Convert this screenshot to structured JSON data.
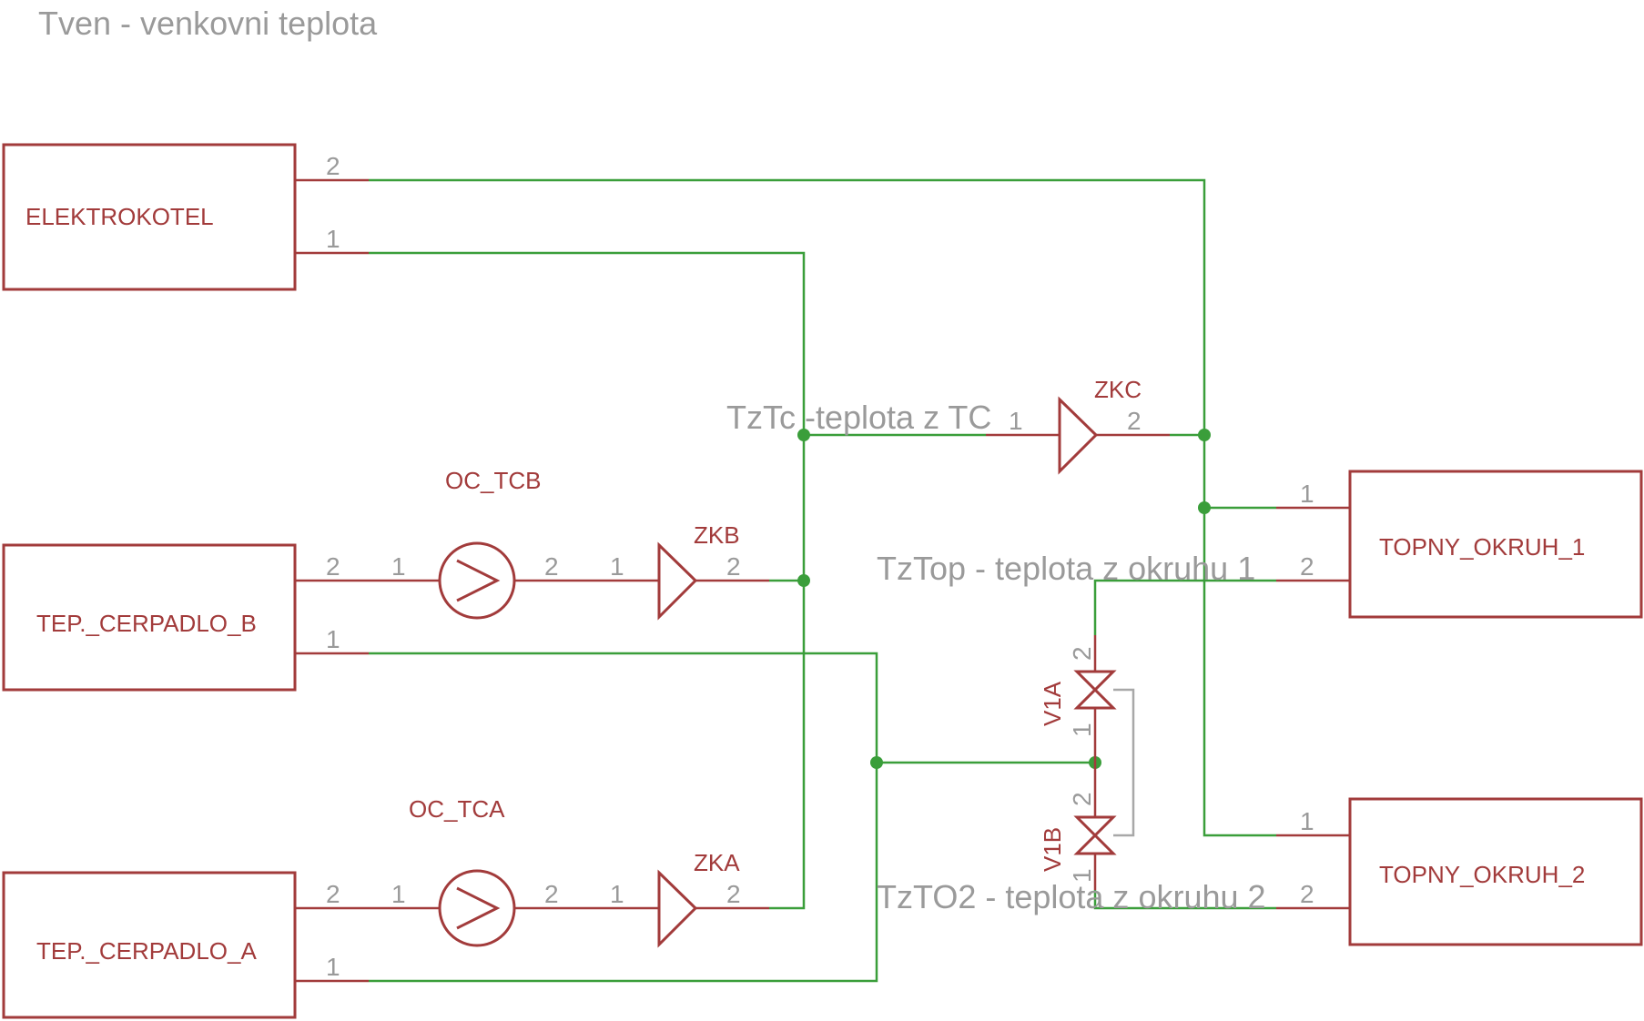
{
  "notes": {
    "tven": "Tven - venkovni teplota",
    "tztc": "TzTc -teplota z TC",
    "tztop": "TzTop - teplota z okruhu 1",
    "tzto2": "TzTO2 - teplota z okruhu 2"
  },
  "blocks": {
    "elektrokotel": "ELEKTROKOTEL",
    "cerpadlo_b": "TEP._CERPADLO_B",
    "cerpadlo_a": "TEP._CERPADLO_A",
    "okruh_1": "TOPNY_OKRUH_1",
    "okruh_2": "TOPNY_OKRUH_2"
  },
  "parts": {
    "oc_tcb": "OC_TCB",
    "oc_tca": "OC_TCA",
    "zkb": "ZKB",
    "zka": "ZKA",
    "zkc": "ZKC",
    "v1a": "V1A",
    "v1b": "V1B"
  },
  "pins": {
    "one": "1",
    "two": "2"
  },
  "colors": {
    "component": "#a23b3b",
    "wire": "#3a9e3a",
    "text": "#9a9a9a"
  }
}
